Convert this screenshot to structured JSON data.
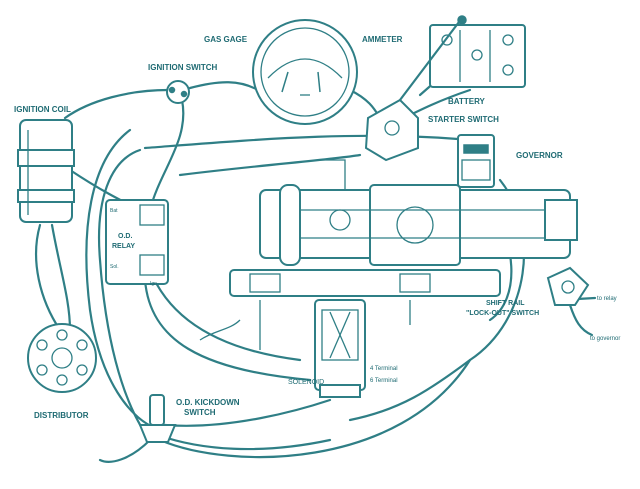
{
  "labels": {
    "gas_gage": "GAS GAGE",
    "ammeter": "AMMETER",
    "ignition_switch": "IGNITION SWITCH",
    "ignition_coil": "IGNITION COIL",
    "battery": "BATTERY",
    "starter_switch": "STARTER SWITCH",
    "governor": "GOVERNOR",
    "od_relay_line1": "O.D.",
    "od_relay_line2": "RELAY",
    "relay_term_bat": "Bat",
    "relay_term_sol": "Sol.",
    "relay_term_ign": "Ign.",
    "shift_rail": "SHIFT RAIL",
    "lockout_switch": "\"LOCK-OUT\" SWITCH",
    "to_relay": "to relay",
    "to_governor": "to governor",
    "solenoid": "SOLENOID",
    "terminal_4": "4 Terminal",
    "terminal_6": "6 Terminal",
    "distributor": "DISTRIBUTOR",
    "kickdown_line1": "O.D. KICKDOWN",
    "kickdown_line2": "SWITCH"
  },
  "colors": {
    "ink": "#2f7f86",
    "label": "#1f6b73",
    "background": "#ffffff"
  }
}
